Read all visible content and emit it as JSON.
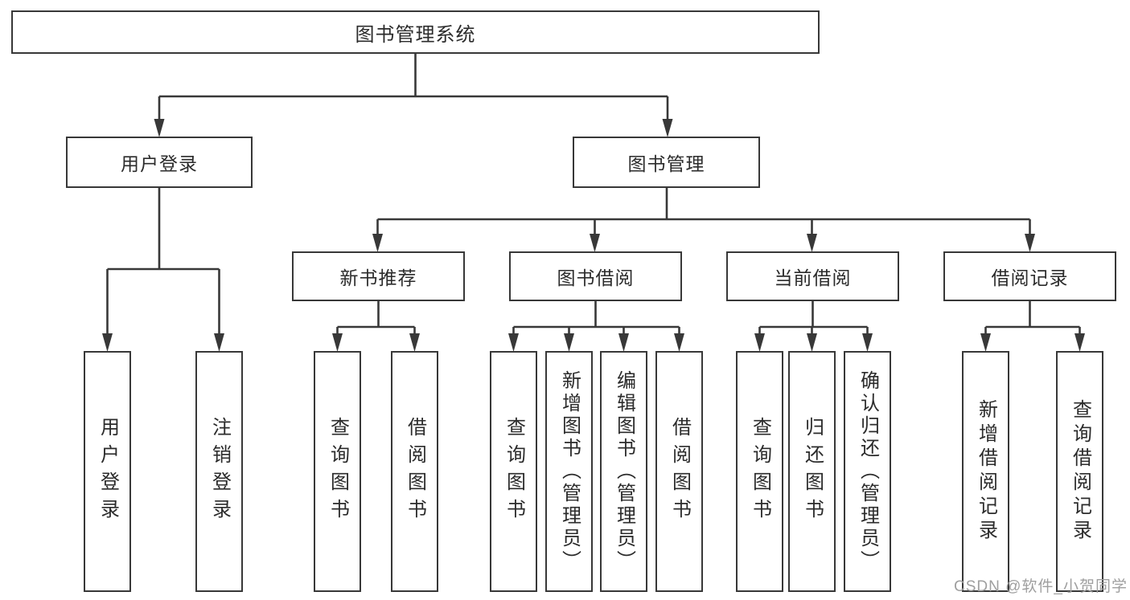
{
  "diagram": {
    "root": {
      "label": "图书管理系统",
      "children": [
        {
          "label": "用户登录",
          "children": [
            {
              "label": "用户登录"
            },
            {
              "label": "注销登录"
            }
          ]
        },
        {
          "label": "图书管理",
          "children": [
            {
              "label": "新书推荐",
              "children": [
                {
                  "label": "查询图书"
                },
                {
                  "label": "借阅图书"
                }
              ]
            },
            {
              "label": "图书借阅",
              "children": [
                {
                  "label": "查询图书"
                },
                {
                  "label": "新增图书（管理员）"
                },
                {
                  "label": "编辑图书（管理员）"
                },
                {
                  "label": "借阅图书"
                }
              ]
            },
            {
              "label": "当前借阅",
              "children": [
                {
                  "label": "查询图书"
                },
                {
                  "label": "归还图书"
                },
                {
                  "label": "确认归还（管理员）"
                }
              ]
            },
            {
              "label": "借阅记录",
              "children": [
                {
                  "label": "新增借阅记录"
                },
                {
                  "label": "查询借阅记录"
                }
              ]
            }
          ]
        }
      ]
    }
  },
  "watermark": {
    "text": "CSDN @软件_小贺同学"
  },
  "colors": {
    "background": "#ffffff",
    "box_fill": "#ffffff",
    "box_border": "#383838",
    "line": "#383838",
    "text": "#2b2b2b",
    "watermark_text": "#9f9f9f"
  }
}
